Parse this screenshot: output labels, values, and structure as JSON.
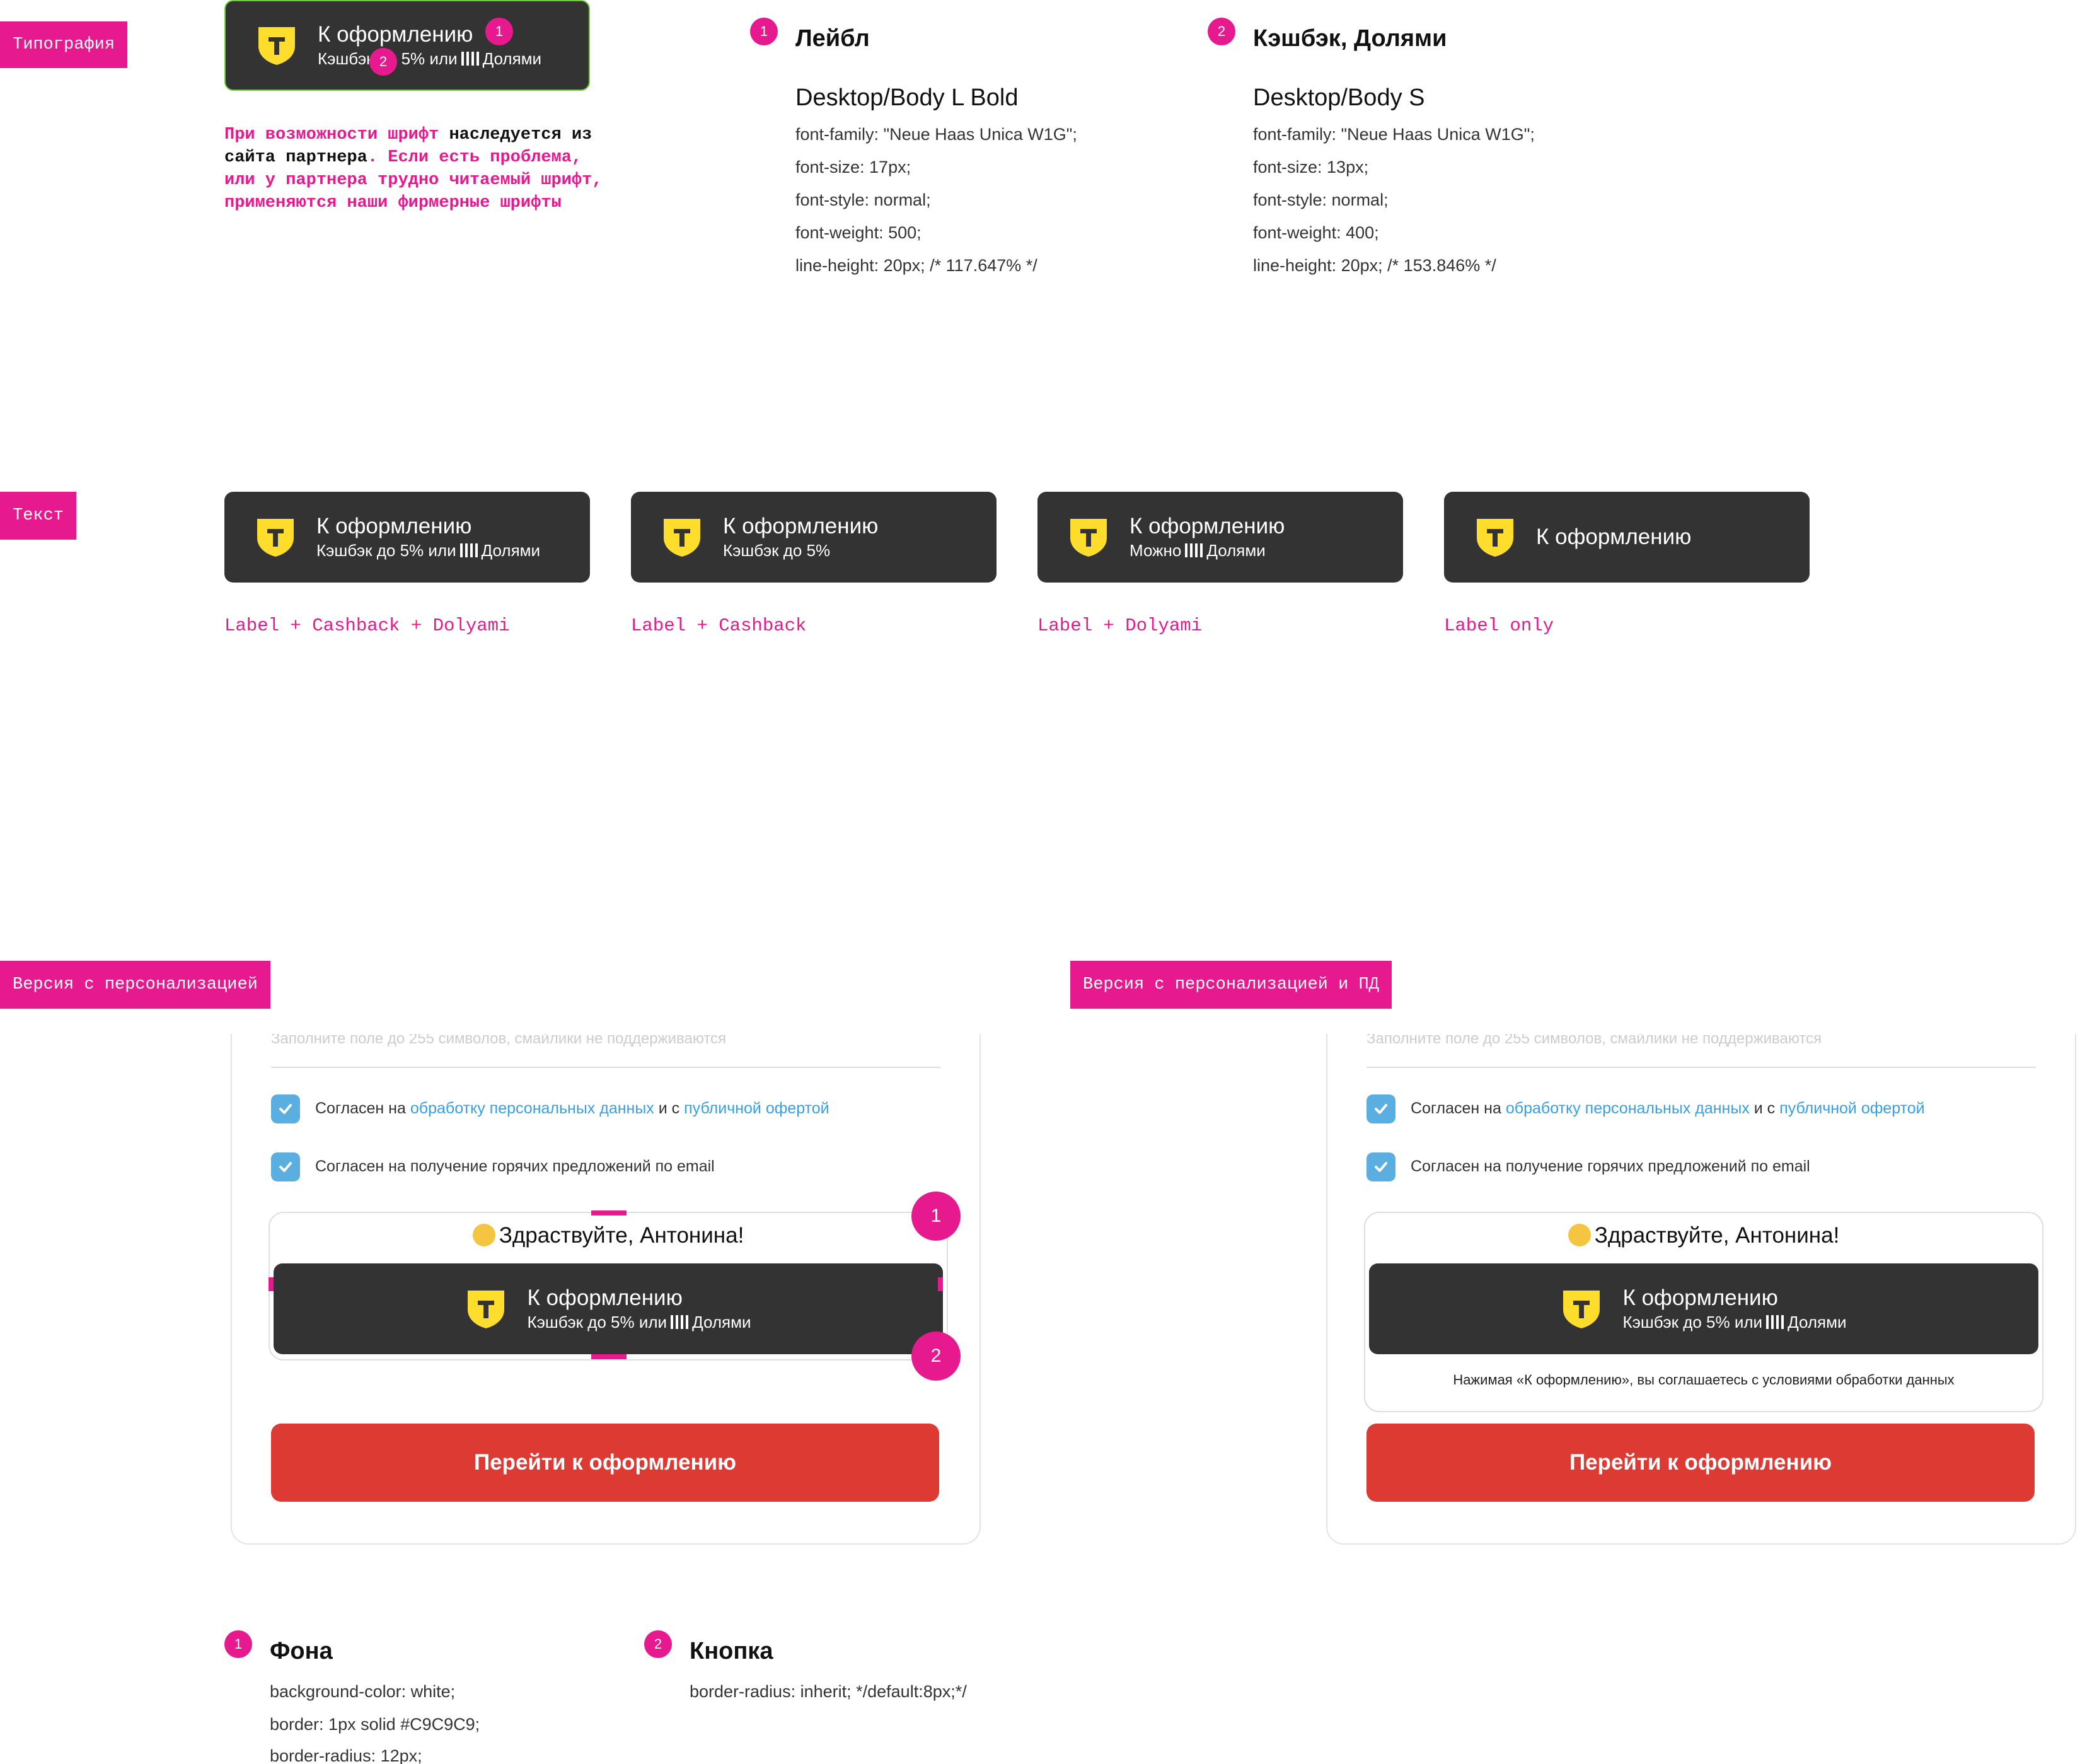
{
  "tags": {
    "typography": "Типография",
    "text": "Текст",
    "personal": "Версия с персонализацией",
    "personal_pd": "Версия с персонализацией и ПД"
  },
  "button": {
    "label": "К оформлению",
    "cashback_dolyami_pre": "Кэшбэк до 5% или",
    "dolyami": "Долями",
    "cashback": "Кэшбэк до 5%",
    "mozhno": "Можно"
  },
  "note": {
    "p1": "При возможности шрифт",
    "k1": " наследуется из сайта партнера",
    "p2": ". Если есть проблема, или у партнера трудно читаемый шрифт, применяются наши фирмерные шрифты"
  },
  "spec1": {
    "badge": "1",
    "title": "Лейбл",
    "style": "Desktop/Body L Bold",
    "lines": [
      "font-family: \"Neue Haas Unica W1G\";",
      "font-size: 17px;",
      "font-style: normal;",
      "font-weight: 500;",
      "line-height: 20px; /* 117.647% */"
    ]
  },
  "spec2": {
    "badge": "2",
    "title": "Кэшбэк, Долями",
    "style": "Desktop/Body S",
    "lines": [
      "font-family: \"Neue Haas Unica W1G\";",
      "font-size: 13px;",
      "font-style: normal;",
      "font-weight: 400;",
      "line-height: 20px; /* 153.846% */"
    ]
  },
  "captions": [
    "Label + Cashback + Dolyami",
    "Label + Cashback",
    "Label + Dolyami",
    "Label only"
  ],
  "checkout": {
    "ghost": "Заполните поле до 255 символов, смайлики не поддерживаются",
    "agree_pre": "Согласен на ",
    "agree_link1": "обработку персональных данных",
    "agree_mid": " и с ",
    "agree_link2": "публичной офертой",
    "agree_email": "Согласен на получение горячих предложений по email",
    "greeting": "Здраствуйте, Антонина!",
    "legal": "Нажимая «К оформлению», вы соглашаетесь с условиями обработки данных",
    "go": "Перейти к оформлению"
  },
  "badges": {
    "one": "1",
    "two": "2"
  },
  "bottom": {
    "b1": "1",
    "title1": "Фона",
    "lines1": [
      "background-color: white;",
      "border: 1px solid #C9C9C9;",
      "border-radius: 12px;"
    ],
    "b2": "2",
    "title2": "Кнопка",
    "lines2": [
      "border-radius: inherit; */default:8px;*/"
    ]
  },
  "colors": {
    "accent": "#e6198f",
    "button_bg": "#333333",
    "logo": "#ffdd2d",
    "red": "#dc3a33",
    "check": "#5aaee0"
  }
}
